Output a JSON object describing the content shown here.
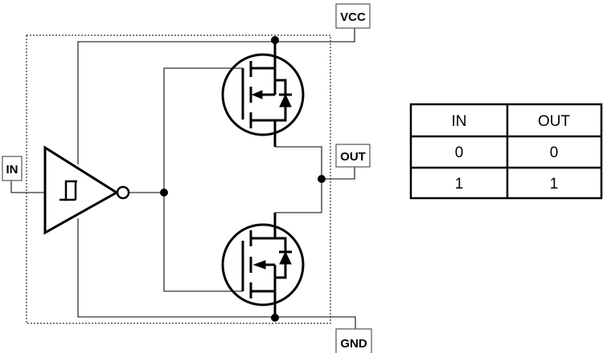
{
  "labels": {
    "vcc": "VCC",
    "in": "IN",
    "out": "OUT",
    "gnd": "GND"
  },
  "truth_table": {
    "headers": [
      "IN",
      "OUT"
    ],
    "rows": [
      [
        "0",
        "0"
      ],
      [
        "1",
        "1"
      ]
    ]
  }
}
